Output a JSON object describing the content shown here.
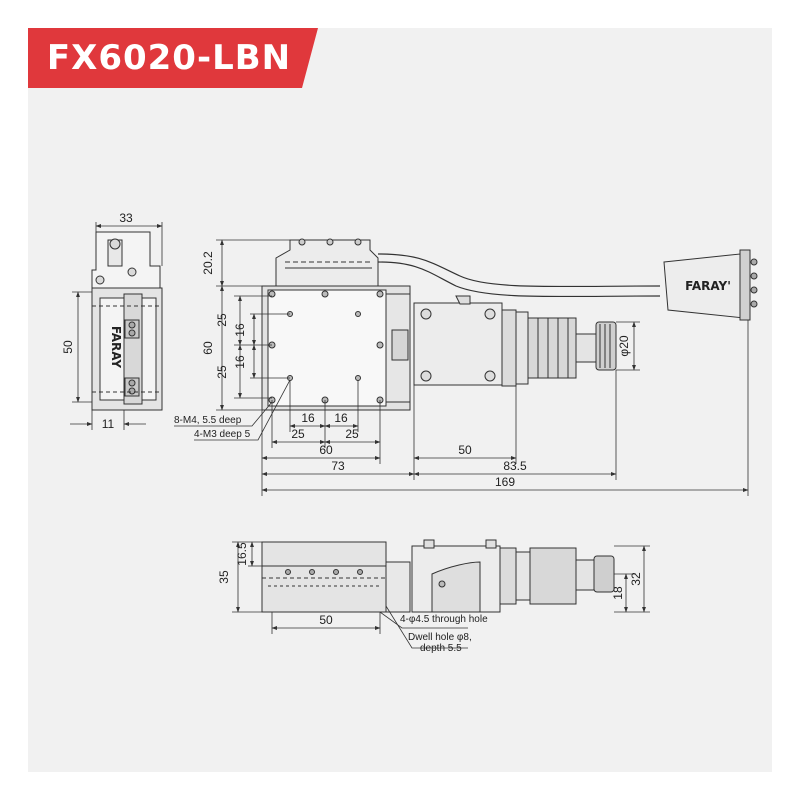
{
  "title": "FX6020-LBN",
  "colors": {
    "banner": "#e0383c",
    "background": "#f1f1f1",
    "line": "#333333"
  },
  "brand_label": "FARAY",
  "brand_label_cable": "FARAY'",
  "dimensions": {
    "side_width": "33",
    "side_height": "50",
    "side_offset": "11",
    "top_extension": "20.2",
    "body_height": "60",
    "hole_spacing_v_a": "25",
    "hole_spacing_v_b": "25",
    "hole_spacing_v_c": "16",
    "hole_spacing_v_d": "16",
    "hole_spacing_h_a": "16",
    "hole_spacing_h_b": "16",
    "hole_spacing_h_c": "25",
    "hole_spacing_h_d": "25",
    "body_width": "60",
    "bracket_width": "50",
    "stage_plus": "73",
    "motor_len": "83.5",
    "total_len": "169",
    "knob_dia": "φ20",
    "front_height": "35",
    "front_top": "16.5",
    "front_width": "50",
    "front_right_h": "32",
    "front_knob_h": "18"
  },
  "notes": {
    "m4": "8-M4, 5.5 deep",
    "m3": "4-M3 deep 5",
    "through_hole": "4-φ4.5 through hole",
    "dwell_hole": "Dwell hole φ8,",
    "dwell_depth": "depth 5.5"
  }
}
